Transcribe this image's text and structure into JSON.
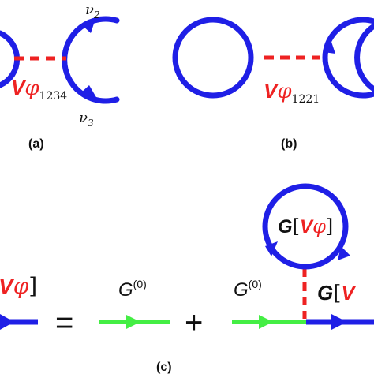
{
  "colors": {
    "propagator": "#1f1fe6",
    "bare_propagator": "#44ee44",
    "interaction": "#ee2222",
    "label_red": "#ee2222",
    "label_black": "#111111"
  },
  "panel_a": {
    "caption": "(a)",
    "nu2_base": "ν",
    "nu2_sub": "2",
    "nu3_base": "ν",
    "nu3_sub": "3",
    "v_label": "V",
    "phi_label": "φ",
    "index": "1234"
  },
  "panel_b": {
    "caption": "(b)",
    "v_label": "V",
    "phi_label": "φ",
    "index": "1221"
  },
  "panel_c": {
    "caption": "(c)",
    "lhs_v": "V",
    "lhs_phi": "φ",
    "lhs_bracket": "]",
    "equals": "=",
    "plus": "+",
    "g0_base": "G",
    "g0_sup": "(0)",
    "g0b_base": "G",
    "g0b_sup": "(0)",
    "loop_G": "G",
    "loop_open": "[",
    "loop_v": "V",
    "loop_phi": "φ",
    "loop_close": "]",
    "right_G": "G",
    "right_open": "[",
    "right_v": "V"
  }
}
